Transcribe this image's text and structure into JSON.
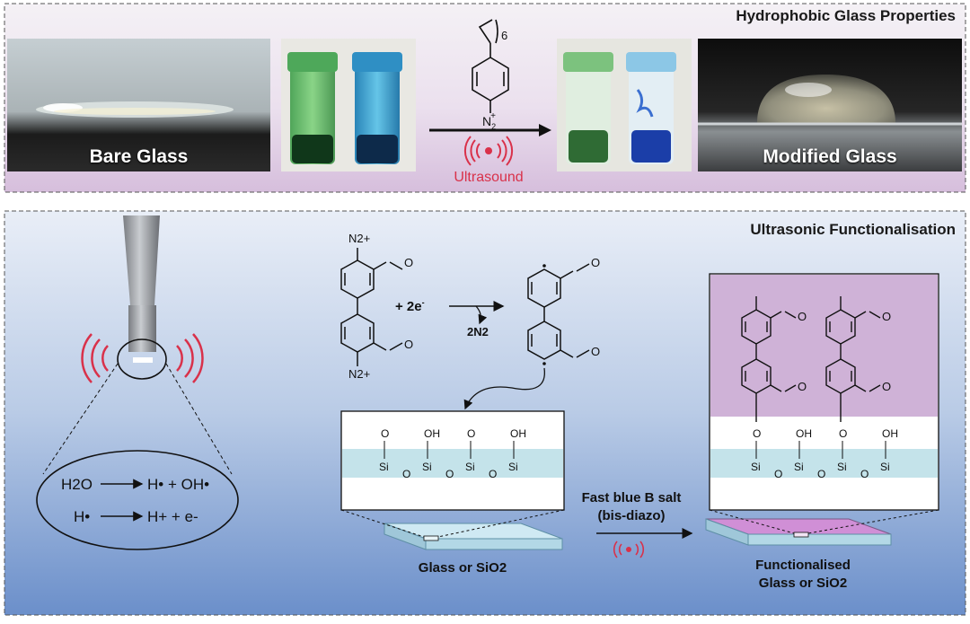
{
  "top_panel": {
    "title": "Hydrophobic Glass Properties",
    "bare_label": "Bare Glass",
    "modified_label": "Modified Glass",
    "ultrasound_label": "Ultrasound",
    "reagent_chain_repeat": "6",
    "reagent_group": "N",
    "reagent_group_sub": "2",
    "reagent_group_charge": "+"
  },
  "bottom_panel": {
    "title": "Ultrasonic Functionalisation",
    "reaction": {
      "n2_left_top": "N2+",
      "n2_left_bottom": "N2+",
      "plus_electrons": "+  2e",
      "electron_charge": "-",
      "byproduct": "2N2"
    },
    "sonolysis": {
      "line1_reactant": "H2O",
      "line1_products": "H• + OH•",
      "line2_reactant": "H•",
      "line2_products": "H+ + e-"
    },
    "surface_left_groups": [
      "O",
      "OH",
      "O",
      "OH"
    ],
    "surface_right_groups": [
      "O",
      "OH",
      "O",
      "OH"
    ],
    "silicon": "Si",
    "bridge_oxygen": "O",
    "reagent_name_line1": "Fast blue B salt",
    "reagent_name_line2": "(bis-diazo)",
    "glass_label": "Glass or SiO2",
    "functionalised_line1": "Functionalised",
    "functionalised_line2": "Glass or SiO2",
    "methoxy": "O"
  },
  "colors": {
    "top_band": "#d9c3de",
    "bottom_gradient_top": "#e6ecf6",
    "bottom_gradient_bottom": "#6e90c8",
    "sonication_red": "#d9314a",
    "purple_layer": "#cfb2d7",
    "cyan_layer": "#c4e3ea"
  }
}
